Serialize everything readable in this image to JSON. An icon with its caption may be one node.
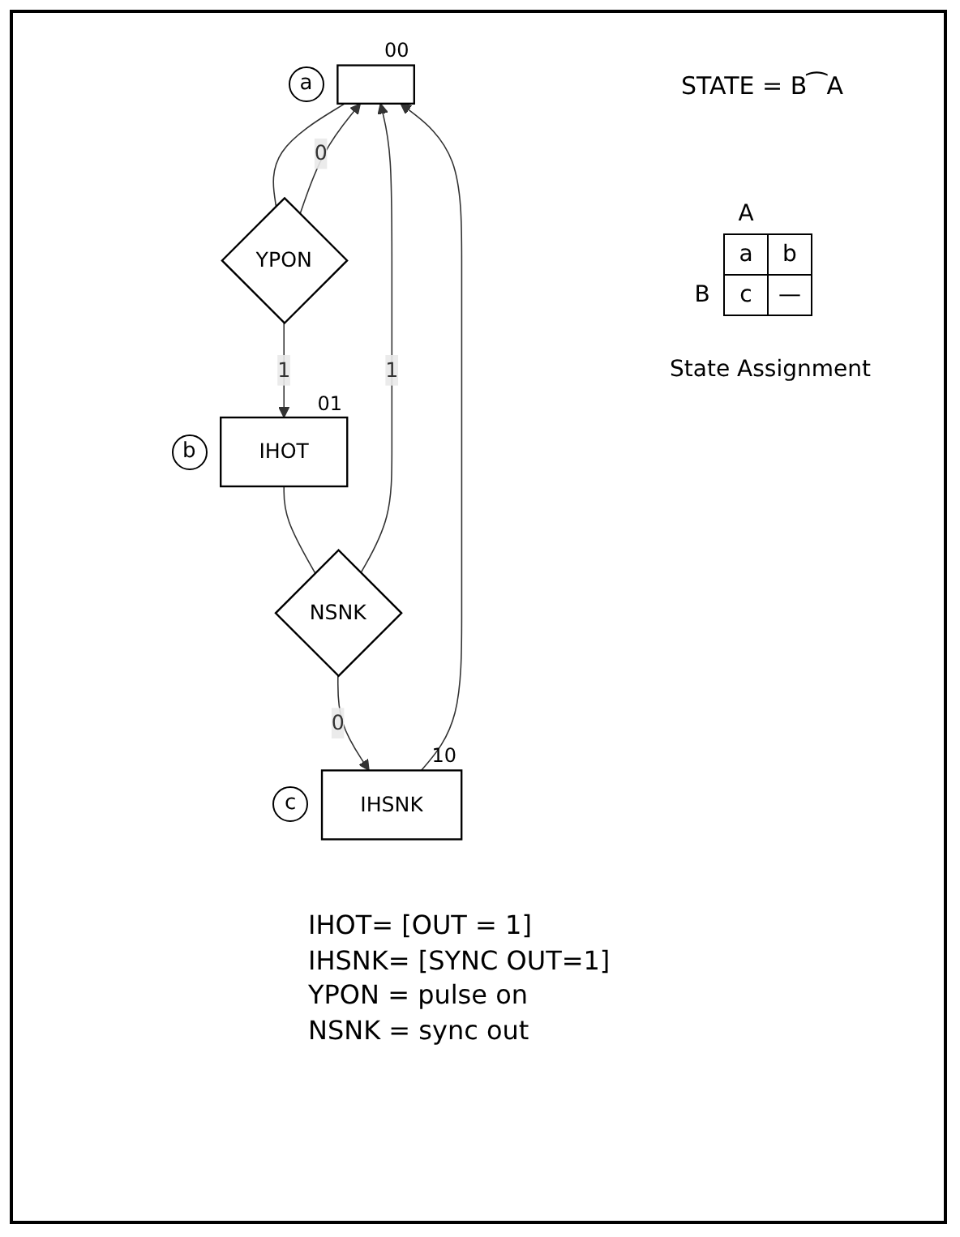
{
  "diagram": {
    "nodes": [
      {
        "text": [],
        "shape": "box",
        "beside": [
          "a",
          "00"
        ]
      },
      {
        "text": [
          "YPON"
        ]
      },
      {
        "text": [
          "IHOT"
        ],
        "beside": [
          "b",
          "01"
        ]
      },
      {
        "text": [
          "NSNK"
        ]
      },
      {
        "text": [
          "IHSNK"
        ],
        "beside": [
          "c",
          "10"
        ]
      }
    ],
    "edges": [
      {
        "from": 0,
        "to": 1,
        "arrow": "none"
      },
      {
        "from": 1,
        "to": 0,
        "label": "0",
        "arrow": "to"
      },
      {
        "from": 1,
        "to": 2,
        "label": "1",
        "arrow": "to"
      },
      {
        "from": 2,
        "to": 3,
        "arrow": "none"
      },
      {
        "from": 3,
        "to": 0,
        "label": "1",
        "arrow": "to"
      },
      {
        "from": 3,
        "to": 4,
        "label": "0",
        "arrow": "to"
      },
      {
        "from": 4,
        "to": 0,
        "arrow": "to"
      }
    ],
    "labels": [
      "STATE = B⁀A",
      "A",
      "a",
      "b",
      "B",
      "c",
      "—",
      "State Assignment",
      "IHOT= [OUT = 1]",
      "IHSNK= [SYNC OUT=1]",
      "YPON = pulse on",
      "NSNK = sync out"
    ]
  }
}
